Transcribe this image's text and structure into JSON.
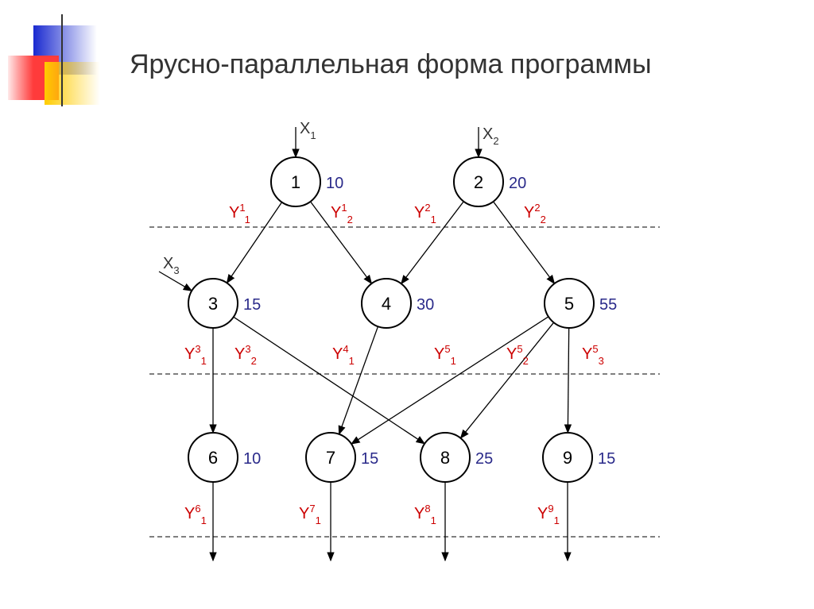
{
  "title": "Ярусно-параллельная форма программы",
  "colors": {
    "title": "#333333",
    "node_stroke": "#000000",
    "weight_text": "#2a2a8a",
    "output_label": "#cc0000",
    "decor_blue": "#2233cc",
    "decor_red": "#ff3b3b",
    "decor_yellow": "#ffcc00"
  },
  "nodes": [
    {
      "id": "1",
      "label": "1",
      "weight": "10"
    },
    {
      "id": "2",
      "label": "2",
      "weight": "20"
    },
    {
      "id": "3",
      "label": "3",
      "weight": "15"
    },
    {
      "id": "4",
      "label": "4",
      "weight": "30"
    },
    {
      "id": "5",
      "label": "5",
      "weight": "55"
    },
    {
      "id": "6",
      "label": "6",
      "weight": "10"
    },
    {
      "id": "7",
      "label": "7",
      "weight": "15"
    },
    {
      "id": "8",
      "label": "8",
      "weight": "25"
    },
    {
      "id": "9",
      "label": "9",
      "weight": "15"
    }
  ],
  "inputs": [
    {
      "id": "x1",
      "base": "X",
      "sub": "1",
      "to": "1"
    },
    {
      "id": "x2",
      "base": "X",
      "sub": "2",
      "to": "2"
    },
    {
      "id": "x3",
      "base": "X",
      "sub": "3",
      "to": "3"
    }
  ],
  "edges": [
    {
      "from": "1",
      "to": "3"
    },
    {
      "from": "1",
      "to": "4"
    },
    {
      "from": "2",
      "to": "4"
    },
    {
      "from": "2",
      "to": "5"
    },
    {
      "from": "3",
      "to": "6"
    },
    {
      "from": "3",
      "to": "8"
    },
    {
      "from": "4",
      "to": "7"
    },
    {
      "from": "5",
      "to": "7"
    },
    {
      "from": "5",
      "to": "8"
    },
    {
      "from": "5",
      "to": "9"
    }
  ],
  "outputs": [
    "6",
    "7",
    "8",
    "9"
  ],
  "y_labels": [
    {
      "id": "y1_1",
      "base": "Y",
      "sup": "1",
      "sub": "1"
    },
    {
      "id": "y1_2",
      "base": "Y",
      "sup": "1",
      "sub": "2"
    },
    {
      "id": "y2_1",
      "base": "Y",
      "sup": "2",
      "sub": "1"
    },
    {
      "id": "y2_2",
      "base": "Y",
      "sup": "2",
      "sub": "2"
    },
    {
      "id": "y3_1",
      "base": "Y",
      "sup": "3",
      "sub": "1"
    },
    {
      "id": "y3_2",
      "base": "Y",
      "sup": "3",
      "sub": "2"
    },
    {
      "id": "y4_1",
      "base": "Y",
      "sup": "4",
      "sub": "1"
    },
    {
      "id": "y5_1",
      "base": "Y",
      "sup": "5",
      "sub": "1"
    },
    {
      "id": "y5_2",
      "base": "Y",
      "sup": "5",
      "sub": "2"
    },
    {
      "id": "y5_3",
      "base": "Y",
      "sup": "5",
      "sub": "3"
    },
    {
      "id": "y6_1",
      "base": "Y",
      "sup": "6",
      "sub": "1"
    },
    {
      "id": "y7_1",
      "base": "Y",
      "sup": "7",
      "sub": "1"
    },
    {
      "id": "y8_1",
      "base": "Y",
      "sup": "8",
      "sub": "1"
    },
    {
      "id": "y9_1",
      "base": "Y",
      "sup": "9",
      "sub": "1"
    }
  ]
}
